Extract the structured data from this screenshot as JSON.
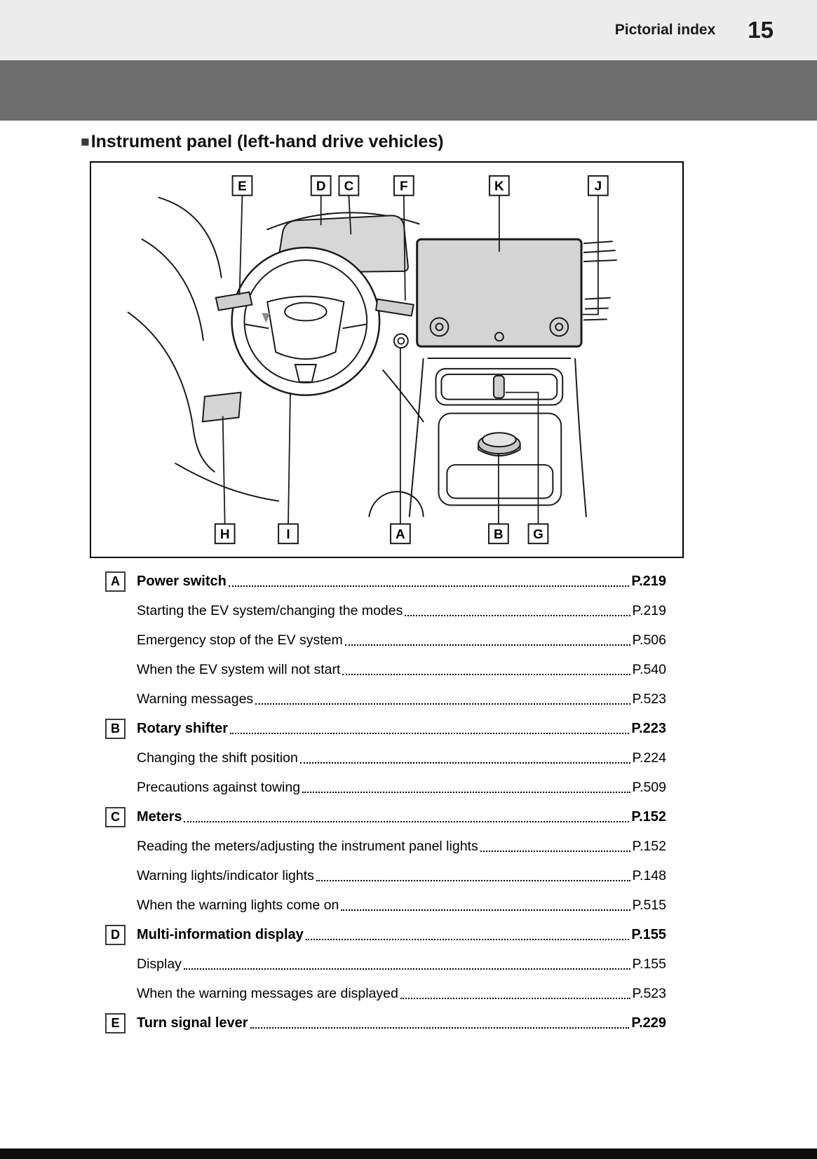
{
  "header": {
    "title": "Pictorial index",
    "page_number": "15"
  },
  "section": {
    "marker": "■",
    "title": "Instrument panel (left-hand drive vehicles)"
  },
  "diagram": {
    "top_labels": [
      "E",
      "D",
      "C",
      "F",
      "K",
      "J"
    ],
    "bottom_labels": [
      "H",
      "I",
      "A",
      "B",
      "G"
    ]
  },
  "index": {
    "entries": [
      {
        "letter": "A",
        "title": "Power switch",
        "page": "P.219",
        "subs": [
          {
            "text": "Starting the EV system/changing the modes",
            "page": "P.219"
          },
          {
            "text": "Emergency stop of the EV system",
            "page": "P.506"
          },
          {
            "text": "When the EV system will not start",
            "page": "P.540"
          },
          {
            "text": "Warning messages",
            "page": "P.523"
          }
        ]
      },
      {
        "letter": "B",
        "title": "Rotary shifter",
        "page": "P.223",
        "subs": [
          {
            "text": "Changing the shift position",
            "page": "P.224"
          },
          {
            "text": "Precautions against towing",
            "page": "P.509"
          }
        ]
      },
      {
        "letter": "C",
        "title": "Meters",
        "page": "P.152",
        "subs": [
          {
            "text": "Reading the meters/adjusting the instrument panel lights",
            "page": "P.152"
          },
          {
            "text": "Warning lights/indicator lights",
            "page": "P.148"
          },
          {
            "text": "When the warning lights come on",
            "page": "P.515"
          }
        ]
      },
      {
        "letter": "D",
        "title": "Multi-information display",
        "page": "P.155",
        "subs": [
          {
            "text": "Display",
            "page": "P.155"
          },
          {
            "text": "When the warning messages are displayed",
            "page": "P.523"
          }
        ]
      },
      {
        "letter": "E",
        "title": "Turn signal lever",
        "page": "P.229",
        "subs": []
      }
    ]
  }
}
